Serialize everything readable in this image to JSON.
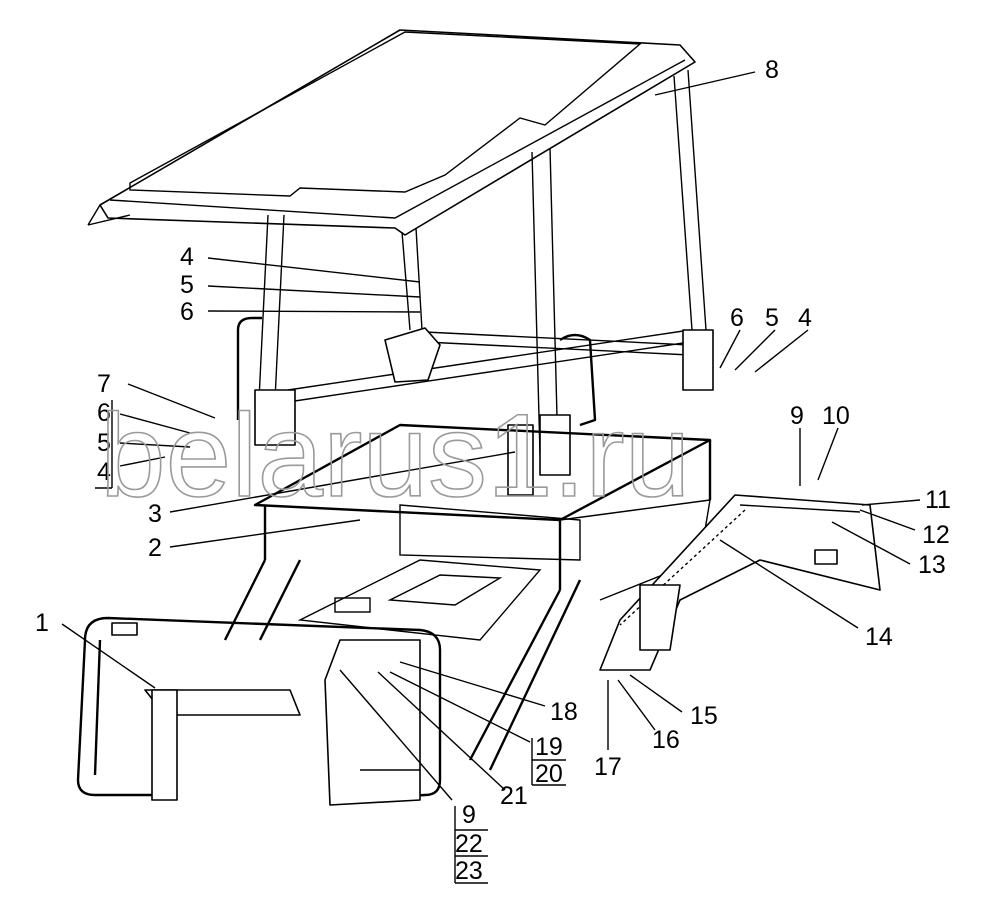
{
  "watermark": "belarus1.ru",
  "callouts": {
    "left_stack": [
      "7",
      "6",
      "5",
      "4"
    ],
    "center_stack": [
      "4",
      "5",
      "6"
    ],
    "right_bolt": [
      "6",
      "5",
      "4"
    ],
    "n1": "1",
    "n2": "2",
    "n3": "3",
    "n8": "8",
    "n9_top": "9",
    "n10": "10",
    "n11": "11",
    "n12": "12",
    "n13": "13",
    "n14": "14",
    "n15": "15",
    "n16": "16",
    "n17": "17",
    "n18": "18",
    "n19": "19",
    "n20": "20",
    "n21": "21",
    "n9_bottom": "9",
    "n22": "22",
    "n23": "23"
  }
}
